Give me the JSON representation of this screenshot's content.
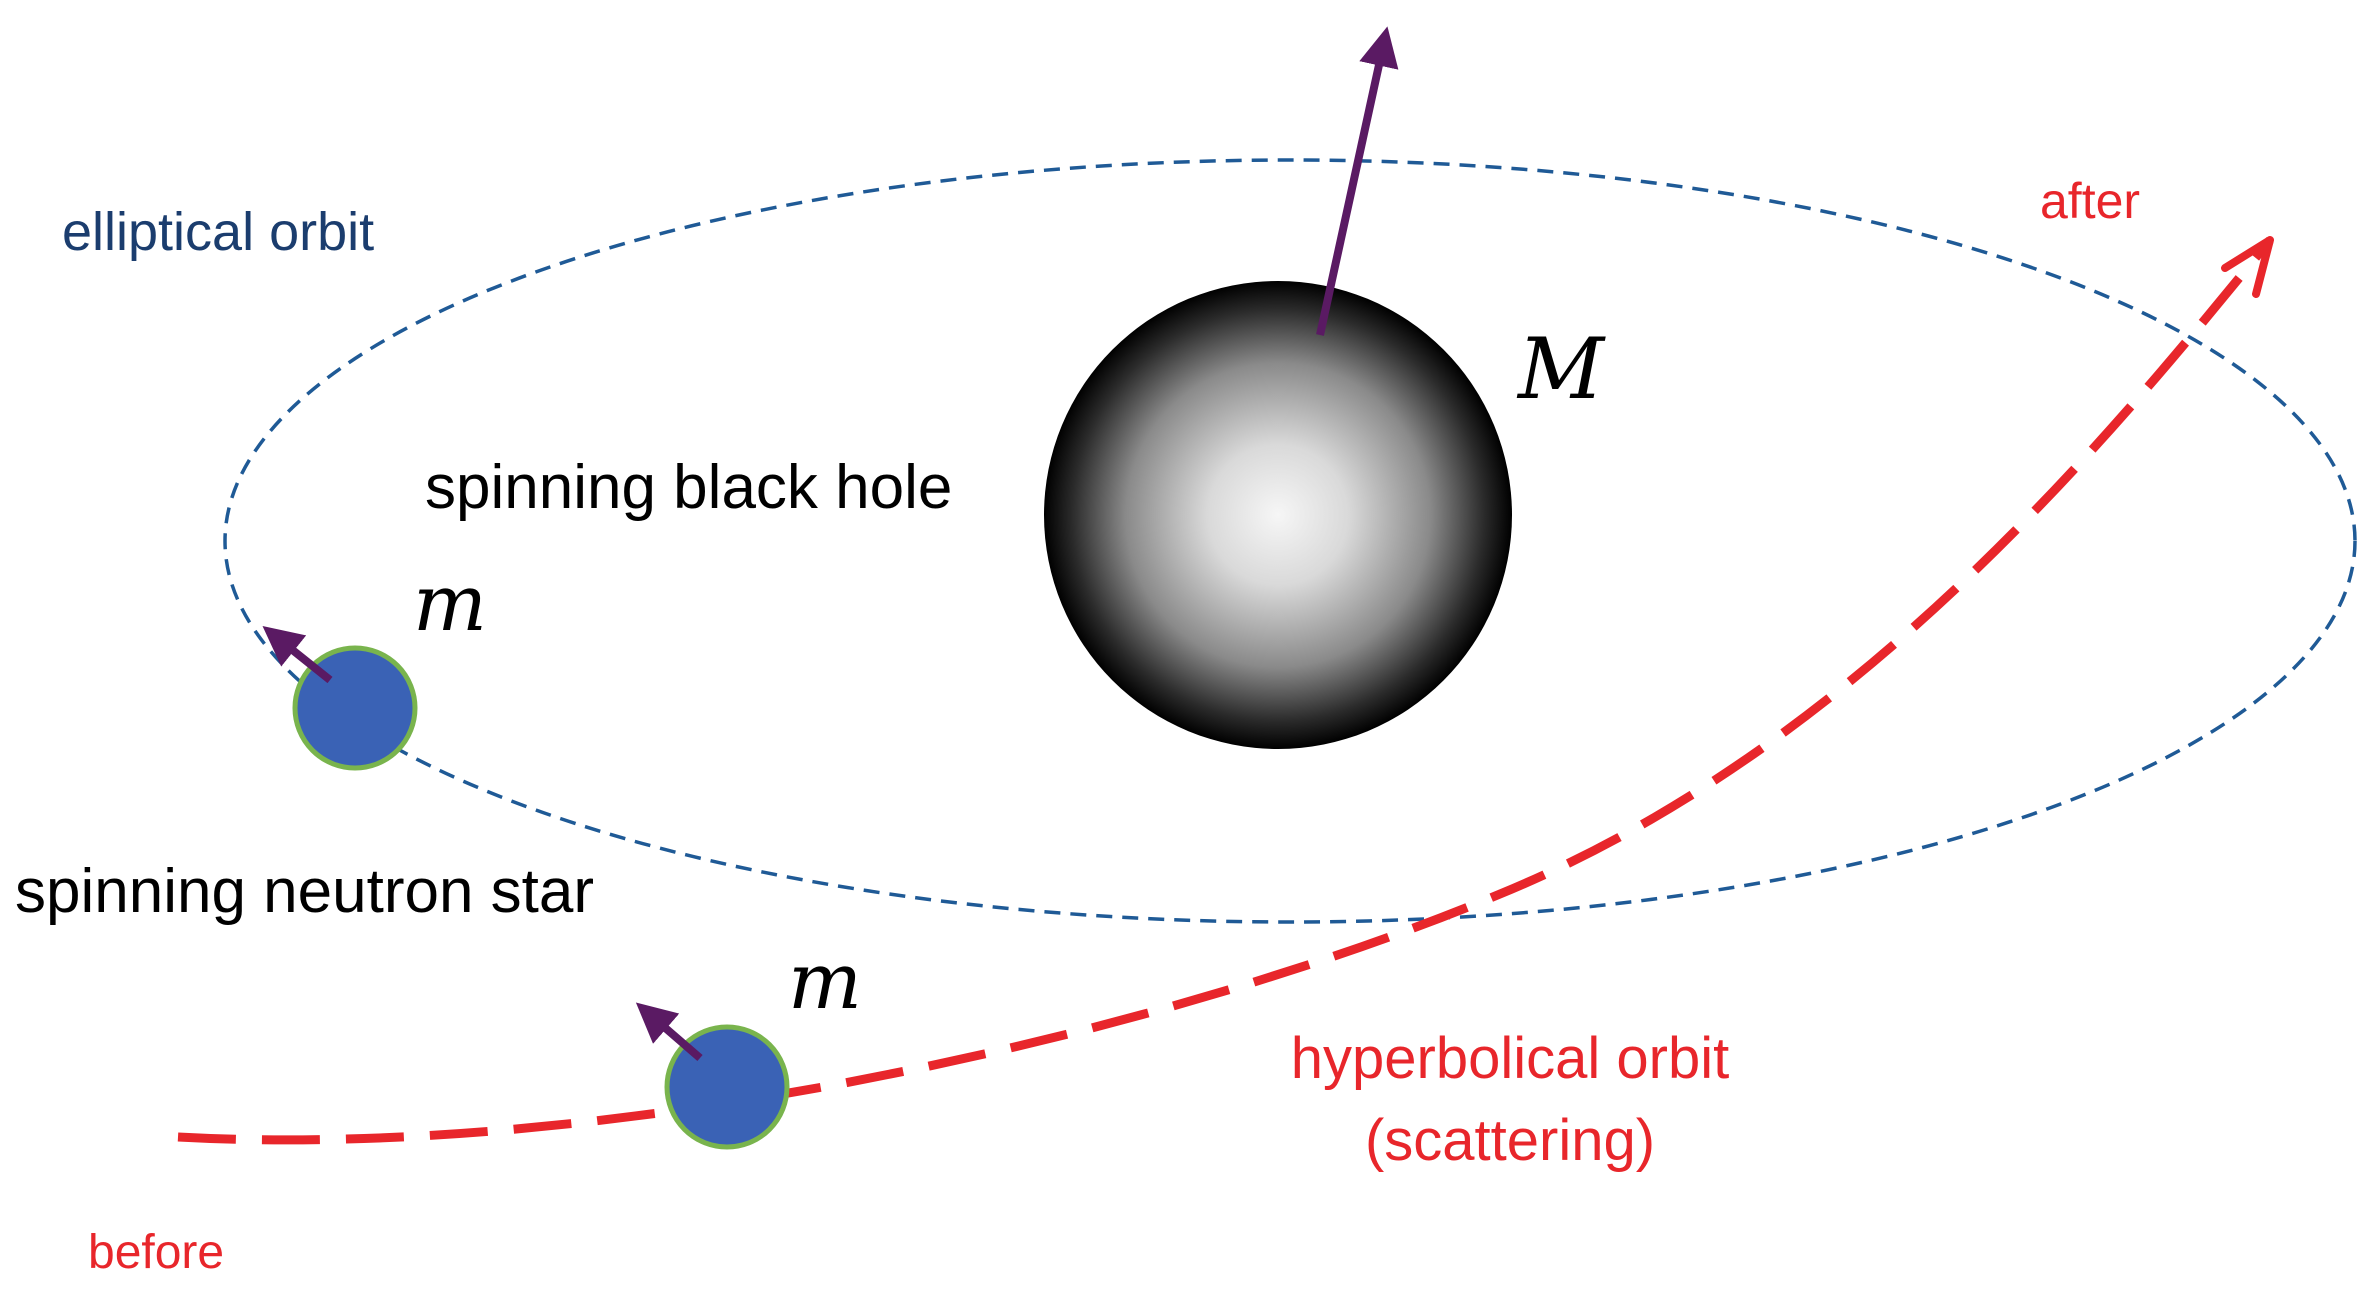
{
  "labels": {
    "elliptical_orbit": "elliptical orbit",
    "spinning_black_hole": "spinning black hole",
    "black_hole_mass": "M",
    "neutron_star_mass_1": "m",
    "spinning_neutron_star": "spinning neutron star",
    "neutron_star_mass_2": "m",
    "after": "after",
    "before": "before",
    "hyperbolical_orbit": "hyperbolical orbit",
    "scattering": "(scattering)"
  },
  "colors": {
    "elliptical_orbit": "#1f5a96",
    "elliptical_label": "#1b3d6e",
    "hyperbolic_orbit": "#e8262b",
    "spin_arrow": "#5a1a63",
    "neutron_star_fill": "#3a62b5",
    "neutron_star_outline": "#79b44d",
    "black_hole_core": "#f4f4f4",
    "black_hole_edge": "#000000",
    "text": "#000000"
  }
}
